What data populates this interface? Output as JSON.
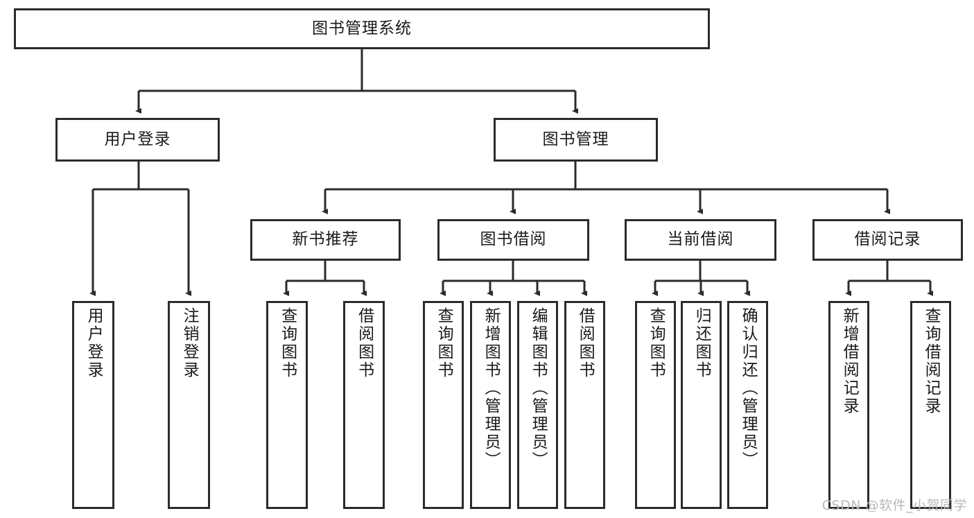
{
  "diagram": {
    "title": "图书管理系统",
    "type": "hierarchy-tree",
    "watermark": "CSDN @软件_小贺同学",
    "colors": {
      "border": "#2b2b2b",
      "background": "#ffffff",
      "text": "#1a1a1a",
      "connector": "#2b2b2b",
      "watermark": "#b9b9b9"
    },
    "nodes": {
      "root": {
        "label": "图书管理系统"
      },
      "level2": [
        {
          "label": "用户登录"
        },
        {
          "label": "图书管理"
        }
      ],
      "level3": [
        {
          "label": "新书推荐"
        },
        {
          "label": "图书借阅"
        },
        {
          "label": "当前借阅"
        },
        {
          "label": "借阅记录"
        }
      ],
      "leaves": {
        "user_login": [
          {
            "label": "用户登录"
          },
          {
            "label": "注销登录"
          }
        ],
        "new_book_recommend": [
          {
            "label": "查询图书"
          },
          {
            "label": "借阅图书"
          }
        ],
        "book_borrow": [
          {
            "label": "查询图书"
          },
          {
            "label": "新增图书（管理员）"
          },
          {
            "label": "编辑图书（管理员）"
          },
          {
            "label": "借阅图书"
          }
        ],
        "current_borrow": [
          {
            "label": "查询图书"
          },
          {
            "label": "归还图书"
          },
          {
            "label": "确认归还（管理员）"
          }
        ],
        "borrow_record": [
          {
            "label": "新增借阅记录"
          },
          {
            "label": "查询借阅记录"
          }
        ]
      }
    }
  }
}
